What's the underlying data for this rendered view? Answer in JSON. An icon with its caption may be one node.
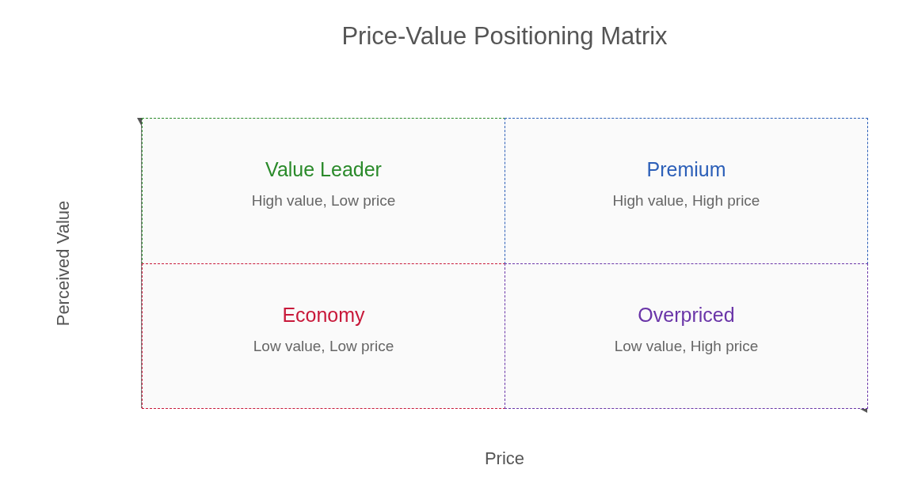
{
  "diagram": {
    "title": "Price-Value Positioning Matrix",
    "nodes": [
      {
        "text": [
          "Value Leader",
          "High value, Low price"
        ]
      },
      {
        "text": [
          "Premium",
          "High value, High price"
        ]
      },
      {
        "text": [
          "Economy",
          "Low value, Low price"
        ]
      },
      {
        "text": [
          "Overpriced",
          "Low value, High price"
        ]
      }
    ],
    "labels": [
      "Perceived Value",
      "Price"
    ]
  }
}
